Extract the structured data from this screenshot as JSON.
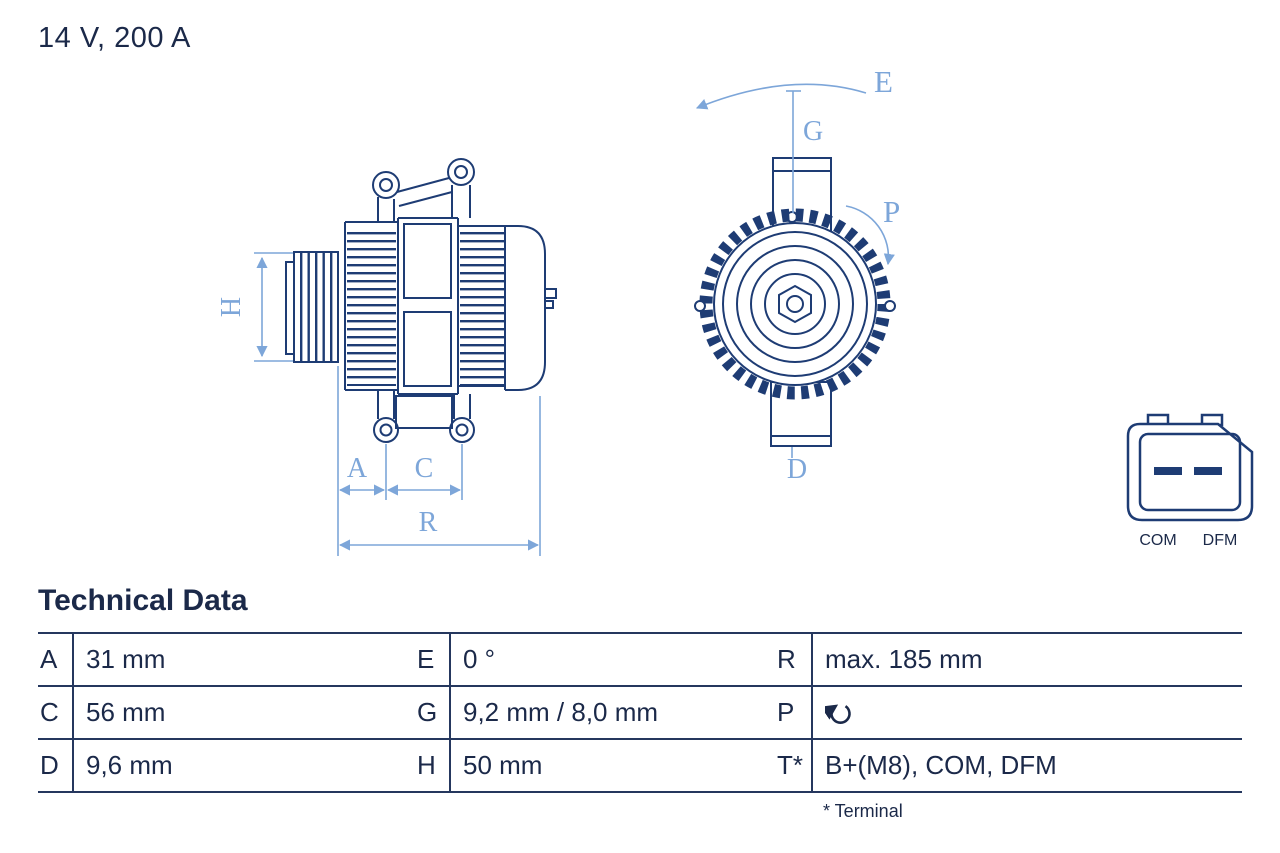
{
  "header": {
    "title": "14 V, 200 A"
  },
  "drawing": {
    "dimension_labels": {
      "H": "H",
      "A": "A",
      "C": "C",
      "R": "R",
      "E": "E",
      "G": "G",
      "P": "P",
      "D": "D"
    },
    "connector_labels": {
      "left": "COM",
      "right": "DFM"
    },
    "colors": {
      "line_navy": "#1e3c74",
      "dimension_blue": "#7da6d9",
      "ink": "#1b2949"
    }
  },
  "technical_data": {
    "title": "Technical Data",
    "rows": [
      [
        {
          "key": "A",
          "value": "31 mm"
        },
        {
          "key": "E",
          "value": "0 °"
        },
        {
          "key": "R",
          "value": "max. 185 mm"
        }
      ],
      [
        {
          "key": "C",
          "value": "56 mm"
        },
        {
          "key": "G",
          "value": "9,2 mm / 8,0 mm"
        },
        {
          "key": "P",
          "value": "",
          "icon": "rotation-direction-icon"
        }
      ],
      [
        {
          "key": "D",
          "value": "9,6 mm"
        },
        {
          "key": "H",
          "value": "50 mm"
        },
        {
          "key": "T*",
          "value": "B+(M8), COM, DFM"
        }
      ]
    ],
    "footnote": "* Terminal"
  }
}
